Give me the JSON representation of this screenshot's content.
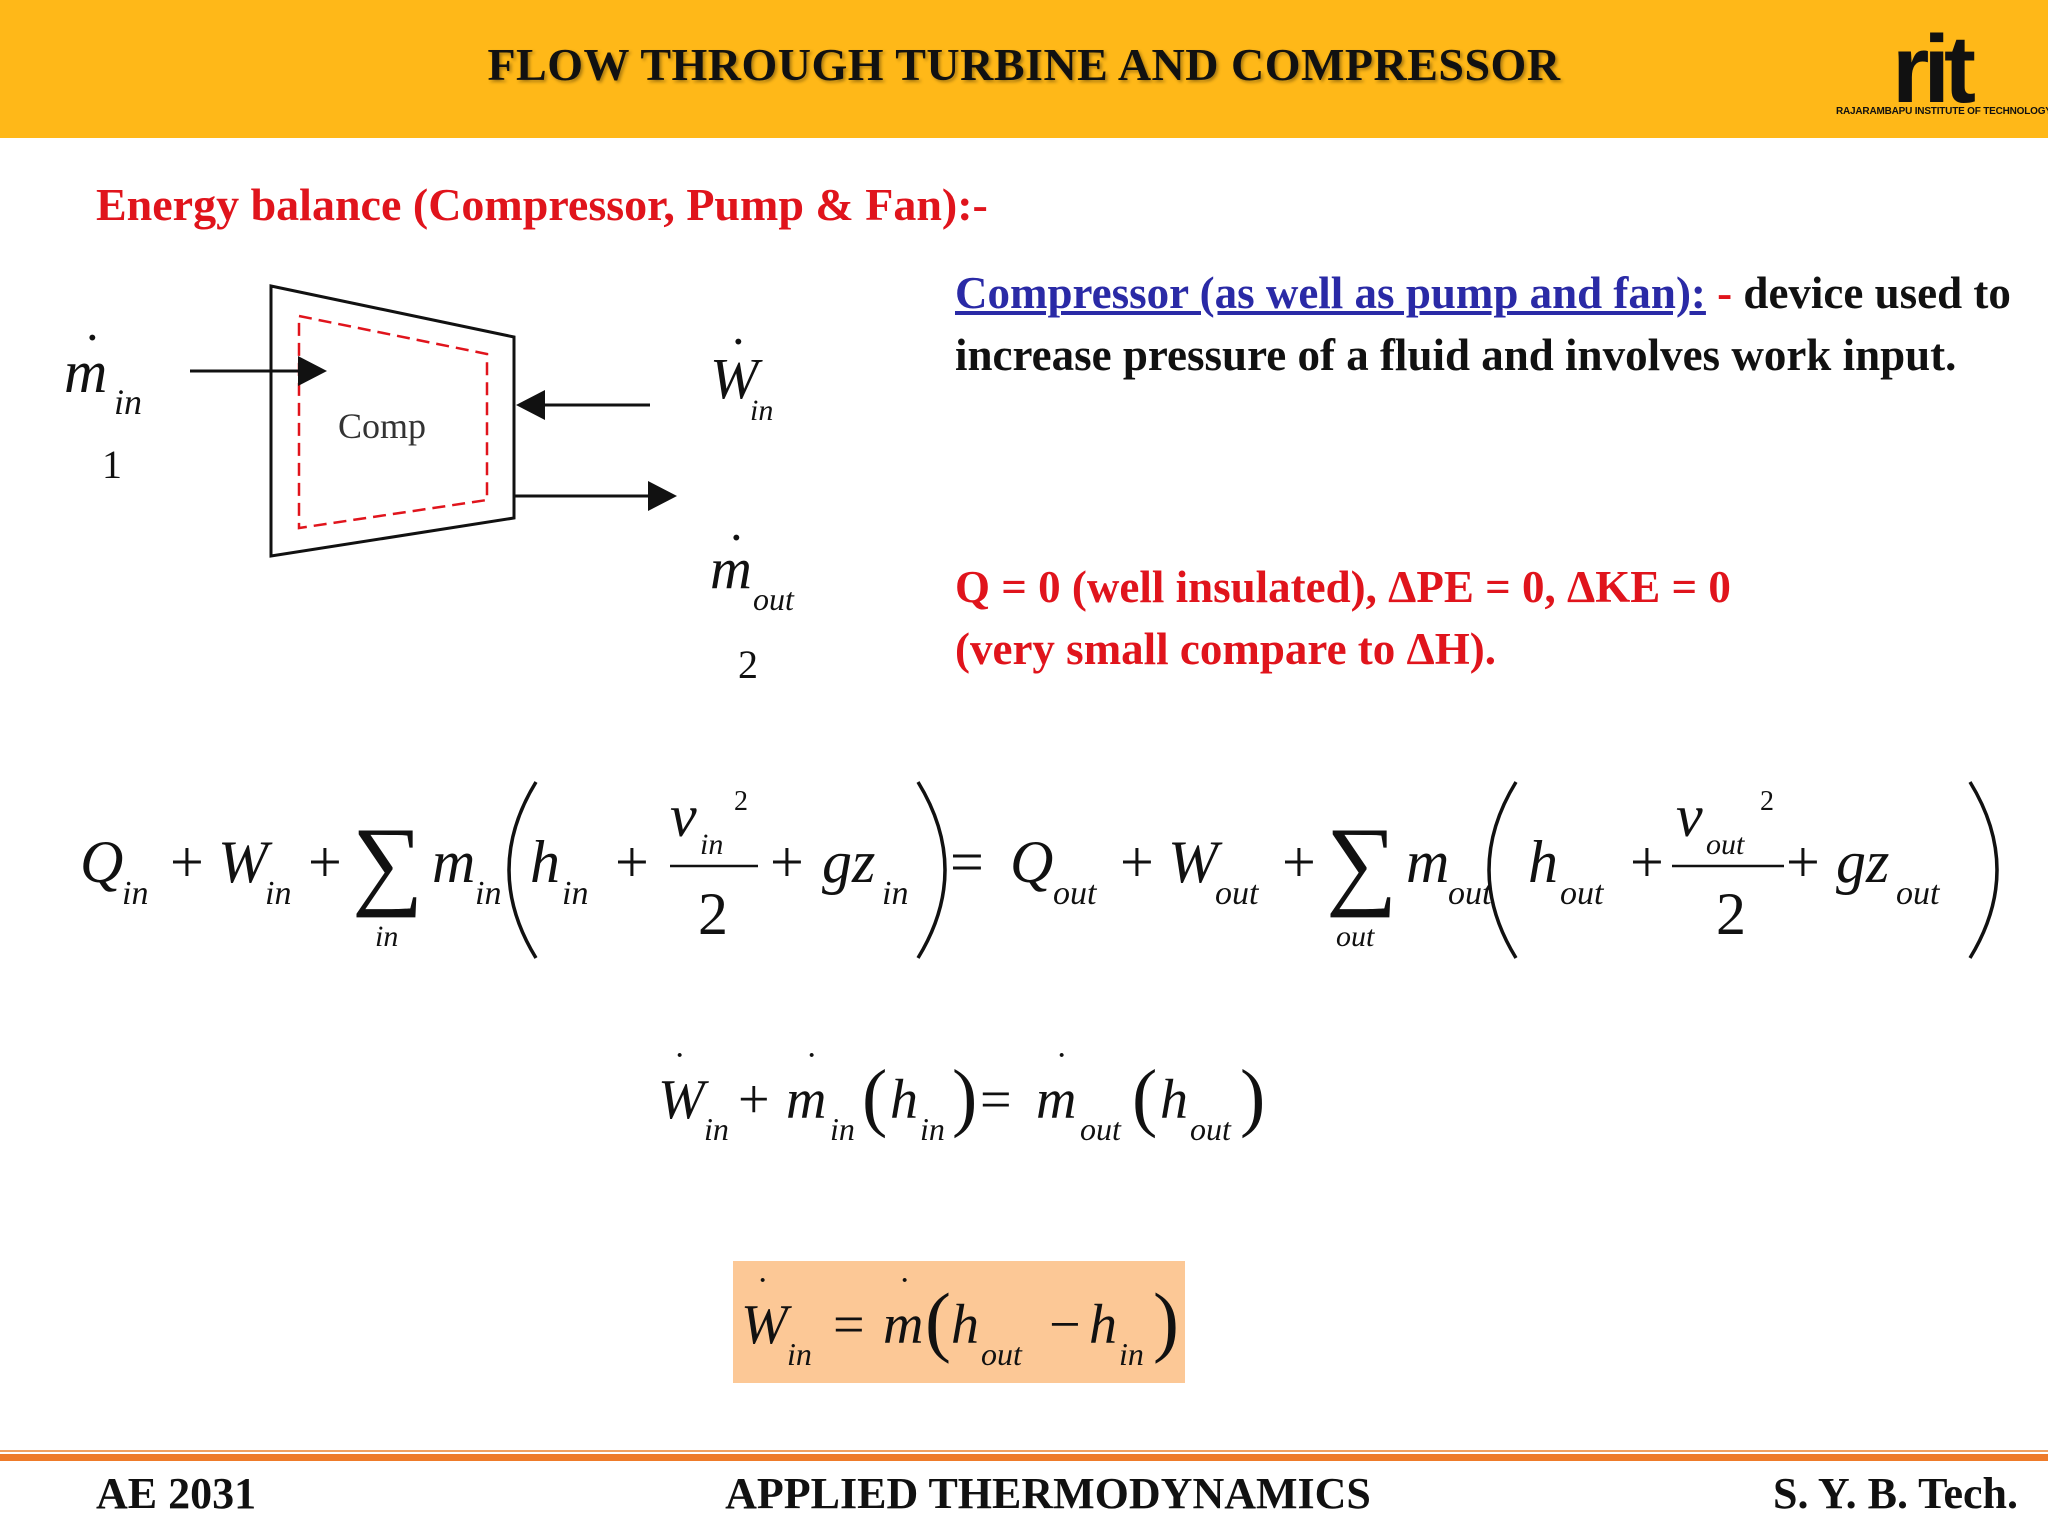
{
  "header": {
    "title": "FLOW THROUGH TURBINE AND COMPRESSOR",
    "logo_text": "rit",
    "logo_caption": "RAJARAMBAPU INSTITUTE OF TECHNOLOGY",
    "background_color": "#ffb818"
  },
  "section_heading": "Energy balance (Compressor, Pump & Fan):-",
  "diagram": {
    "device_label": "Comp",
    "mass_in": "m",
    "mass_in_sub": "in",
    "state_in": "1",
    "work_in": "W",
    "work_in_sub": "in",
    "mass_out": "m",
    "mass_out_sub": "out",
    "state_out": "2"
  },
  "definition": {
    "term": "Compressor (as well as pump and fan):",
    "dash": " - ",
    "text": "device used to increase pressure of a fluid and involves work input."
  },
  "assumptions": {
    "line1": "Q = 0 (well insulated), ΔPE = 0, ΔKE = 0",
    "line2": "(very small compare to ΔH)."
  },
  "equations": {
    "general": {
      "Q": "Q",
      "W": "W",
      "m": "m",
      "h": "h",
      "v": "v",
      "gz": "gz",
      "in": "in",
      "out": "out",
      "plus": "+",
      "equals": "=",
      "sum": "∑",
      "two": "2",
      "sq": "2"
    },
    "simplified": {
      "W": "W",
      "m": "m",
      "h": "h",
      "in": "in",
      "out": "out",
      "plus": "+",
      "equals": "=",
      "lparen": "(",
      "rparen": ")"
    },
    "result": {
      "W": "W",
      "m": "m",
      "h": "h",
      "in": "in",
      "out": "out",
      "equals": "=",
      "minus": "−",
      "lparen": "(",
      "rparen": ")"
    }
  },
  "footer": {
    "left": "AE 2031",
    "center": "APPLIED THERMODYNAMICS",
    "right": "S. Y. B. Tech."
  }
}
